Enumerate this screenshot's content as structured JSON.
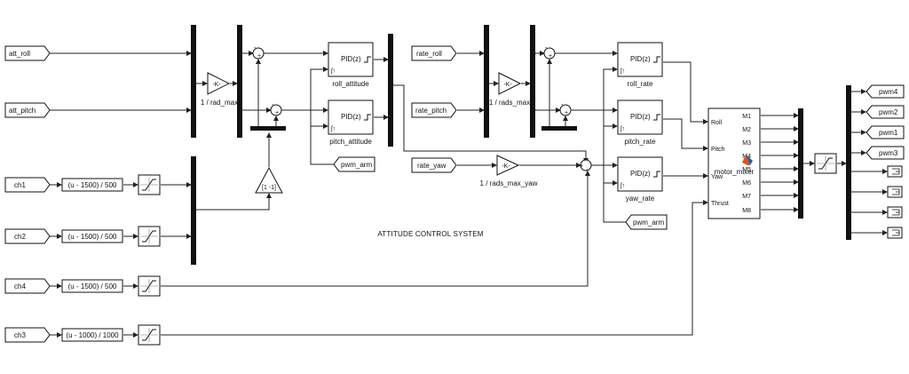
{
  "title": "ATTITUDE CONTROL SYSTEM",
  "inports": {
    "att_roll": "att_roll",
    "att_pitch": "att_pitch",
    "ch1": "ch1",
    "ch2": "ch2",
    "ch4": "ch4",
    "ch3": "ch3",
    "rate_roll": "rate_roll",
    "rate_pitch": "rate_pitch",
    "rate_yaw": "rate_yaw"
  },
  "fcn": {
    "ch1": "(u - 1500) / 500",
    "ch2": "(u - 1500) / 500",
    "ch4": "(u - 1500) / 500",
    "ch3": "(u - 1000) / 1000"
  },
  "gains": {
    "k_symbol": "-K-",
    "rad_max": "1 / rad_max",
    "rads_max": "1 / rads_max",
    "rads_max_yaw": "1 / rads_max_yaw",
    "matrix": "[1 -1]"
  },
  "pid": {
    "label": "PID(z)",
    "roll_attitude": "roll_attitude",
    "pitch_attitude": "pitch_attitude",
    "roll_rate": "roll_rate",
    "pitch_rate": "pitch_rate",
    "yaw_rate": "yaw_rate"
  },
  "goto": {
    "pwm_arm_1": "pwm_arm",
    "pwm_arm_2": "pwm_arm"
  },
  "mixer": {
    "name": "motor_mixer",
    "inputs": [
      "Roll",
      "Pitch",
      "Yaw",
      "Thrust"
    ],
    "outputs": [
      "M1",
      "M2",
      "M3",
      "M4",
      "M5",
      "M6",
      "M7",
      "M8"
    ]
  },
  "outports": [
    "pwm4",
    "pwm2",
    "pwm1",
    "pwm3"
  ]
}
